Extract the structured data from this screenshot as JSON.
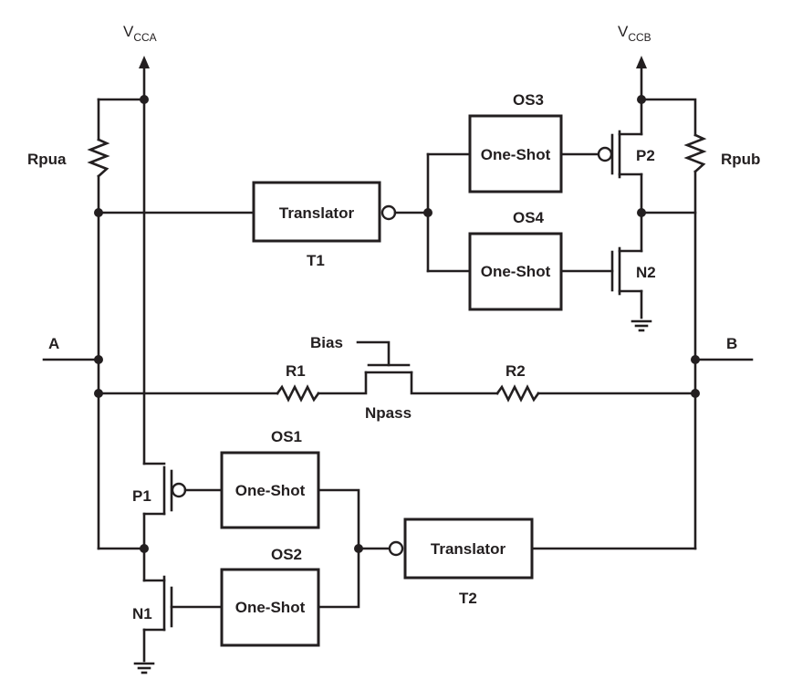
{
  "supplies": {
    "vcca": {
      "main": "V",
      "sub": "CCA"
    },
    "vccb": {
      "main": "V",
      "sub": "CCB"
    }
  },
  "ports": {
    "a": "A",
    "b": "B"
  },
  "resistors": {
    "rpua": "Rpua",
    "rpub": "Rpub",
    "r1": "R1",
    "r2": "R2"
  },
  "transistors": {
    "p1": "P1",
    "n1": "N1",
    "p2": "P2",
    "n2": "N2",
    "npass": "Npass",
    "bias": "Bias"
  },
  "translators": {
    "t1": {
      "label": "Translator",
      "name": "T1"
    },
    "t2": {
      "label": "Translator",
      "name": "T2"
    }
  },
  "oneshots": {
    "os1": {
      "label": "One-Shot",
      "name": "OS1"
    },
    "os2": {
      "label": "One-Shot",
      "name": "OS2"
    },
    "os3": {
      "label": "One-Shot",
      "name": "OS3"
    },
    "os4": {
      "label": "One-Shot",
      "name": "OS4"
    }
  }
}
